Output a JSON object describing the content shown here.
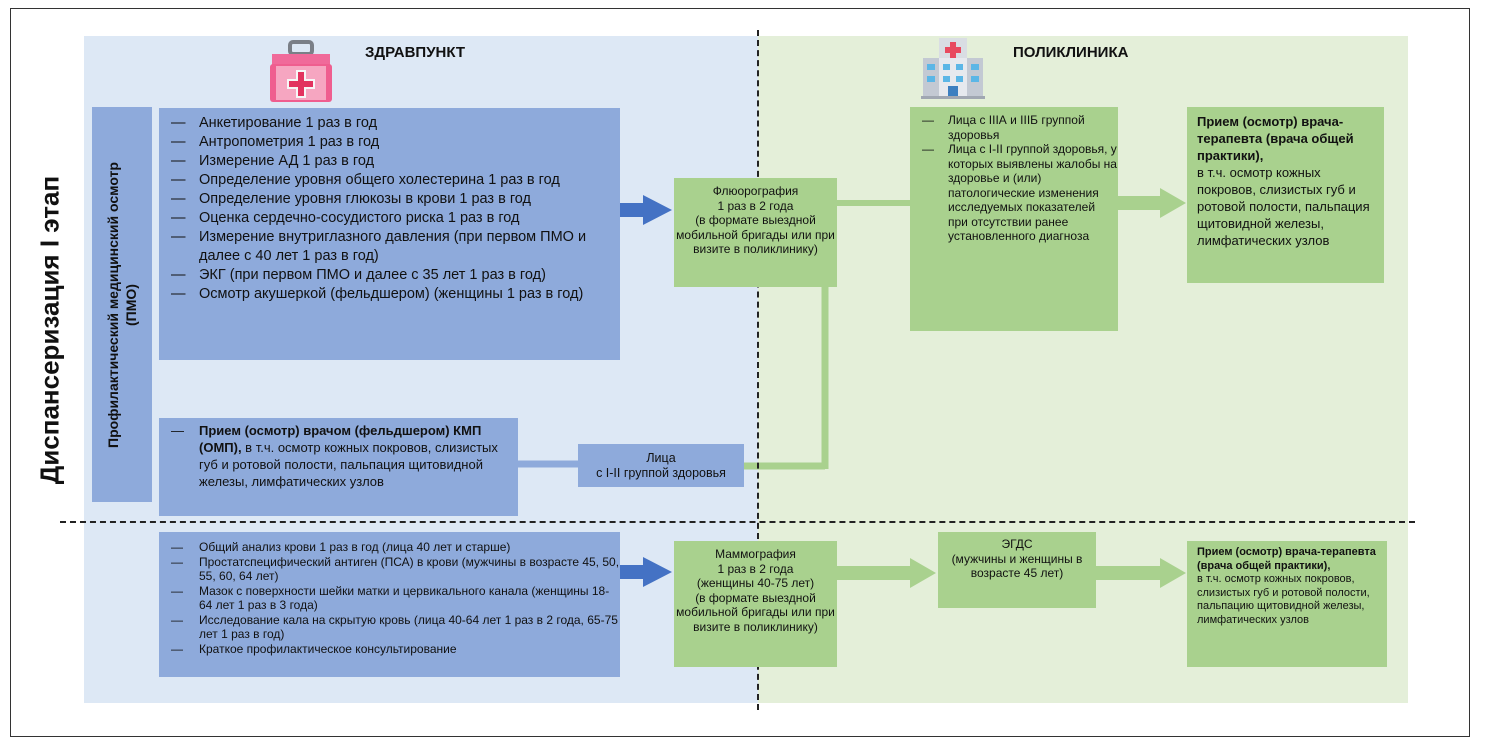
{
  "title": "Диспансеризация I этап",
  "zones": {
    "left_header": "ЗДРАВПУНКТ",
    "right_header": "ПОЛИКЛИНИКА"
  },
  "pmo_label": "Профилактический медицинский осмотр (ПМО)",
  "pmo_list": [
    "Анкетирование 1 раз в год",
    "Антропометрия 1 раз в год",
    "Измерение АД 1 раз в год",
    "Определение уровня общего холестерина 1 раз в год",
    "Определение уровня глюкозы в крови 1 раз в год",
    "Оценка сердечно-сосудистого риска 1 раз в год",
    "Измерение внутриглазного давления (при первом ПМО и далее с 40 лет 1 раз в год)",
    "ЭКГ (при первом ПМО и далее с 35 лет 1 раз в год)",
    "Осмотр акушеркой (фельдшером) (женщины 1 раз в год)"
  ],
  "kmp_exam": {
    "bold": "Прием (осмотр) врачом (фельдшером) КМП (ОМП),",
    "rest": " в т.ч. осмотр кожных покровов, слизистых губ и ротовой полости, пальпация щитовидной железы, лимфатических узлов"
  },
  "groups_label": {
    "line1": "Лица",
    "line2": "с I-II группой здоровья"
  },
  "fluoro": {
    "line1": "Флюорография",
    "line2": "1 раз в 2 года",
    "line3": "(в формате выездной мобильной бригады или при визите в поликлинику)"
  },
  "clinic_groups": [
    "Лица с IIIА и IIIБ группой здоровья",
    "Лица с I-II группой здоровья, у которых выявлены жалобы на здоровье и (или) патологические изменения исследуемых показателей при отсутствии ранее установленного диагноза"
  ],
  "therapist_top": {
    "bold": "Прием (осмотр) врача-терапевта (врача общей практики),",
    "rest": "в т.ч. осмотр кожных покровов, слизистых губ и ротовой полости, пальпация щитовидной железы, лимфатических узлов"
  },
  "lab_list": [
    "Общий анализ крови 1 раз в год (лица 40 лет и старше)",
    "Простатспецифический антиген (ПСА) в крови (мужчины в возрасте 45, 50, 55, 60, 64 лет)",
    "Мазок с поверхности шейки матки и цервикального канала (женщины 18-64 лет 1 раз в 3 года)",
    "Исследование кала на скрытую кровь (лица 40-64 лет 1 раз в 2 года, 65-75 лет 1 раз в год)",
    "Краткое профилактическое консультирование"
  ],
  "mammo": {
    "line1": "Маммография",
    "line2": "1 раз в 2 года",
    "line3": "(женщины 40-75 лет)",
    "line4": "(в формате выездной мобильной бригады или при визите в поликлинику)"
  },
  "egds": {
    "line1": "ЭГДС",
    "line2": "(мужчины и женщины в возрасте 45 лет)"
  },
  "therapist_bottom": {
    "bold": "Прием (осмотр) врача-терапевта (врача общей практики),",
    "rest": "в т.ч. осмотр кожных покровов, слизистых губ и ротовой полости, пальпацию щитовидной железы, лимфатических узлов"
  },
  "icons": {
    "left": "first-aid-kit-icon",
    "right": "hospital-building-icon"
  },
  "colors": {
    "zone_blue": "#dde8f5",
    "zone_green": "#e4efd9",
    "box_blue": "#8eaadb",
    "box_green": "#a9d18e",
    "arrow_blue": "#4472c4",
    "arrow_green": "#a9d18e"
  }
}
